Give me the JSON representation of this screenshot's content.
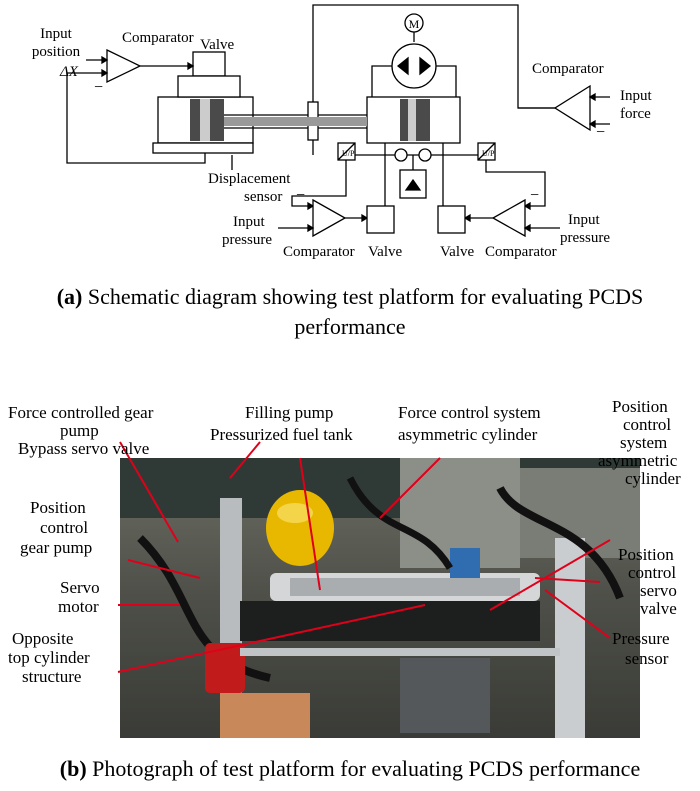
{
  "panel_a": {
    "labels": {
      "input_position": "Input\nposition",
      "delta_x": "ΔX",
      "comparator_top": "Comparator",
      "valve_top": "Valve",
      "comparator_right": "Comparator",
      "input_force": "Input\nforce",
      "displacement_sensor": "Displacement\nsensor",
      "input_pressure_left": "Input\npressure",
      "comparator_bottom_left": "Comparator",
      "valve_bottom_left": "Valve",
      "valve_bottom_right": "Valve",
      "comparator_bottom_right": "Comparator",
      "input_pressure_right": "Input\npressure",
      "motor": "M",
      "sensor_symbol": "U/P",
      "minus": "−"
    },
    "caption_letter": "(a)",
    "caption_text": "Schematic diagram showing test platform for evaluating PCDS performance"
  },
  "panel_b": {
    "labels": {
      "force_pump": "Force controlled gear\npump",
      "bypass_valve": "Bypass servo valve",
      "filling_pump": "Filling pump",
      "fuel_tank": "Pressurized fuel tank",
      "force_cylinder": "Force control system\nasymmetric cylinder",
      "position_cylinder": "Position\ncontrol\nsystem\nasymmetric\ncylinder",
      "position_gear_pump": "Position\ncontrol\ngear pump",
      "servo_motor": "Servo\nmotor",
      "position_servo_valve": "Position\ncontrol\nservo\nvalve",
      "pressure_sensor": "Pressure\nsensor",
      "opposite_top": "Opposite\ntop cylinder\nstructure"
    },
    "caption_letter": "(b)",
    "caption_text": "Photograph of test platform for evaluating PCDS performance"
  }
}
